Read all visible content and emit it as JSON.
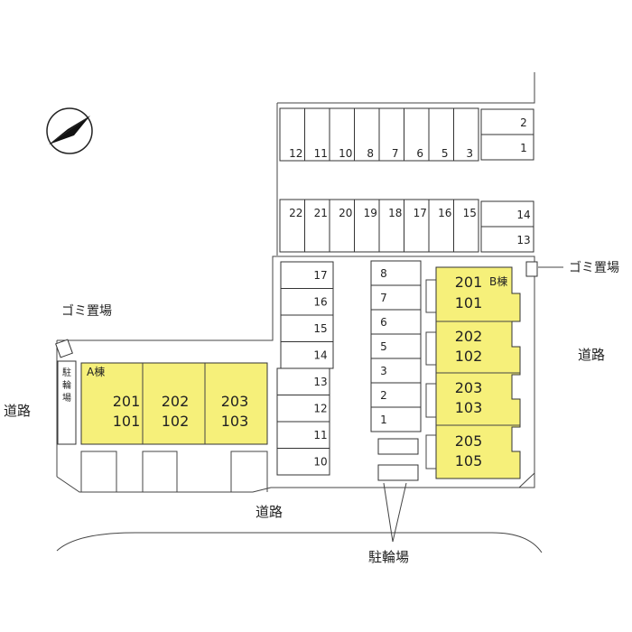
{
  "colors": {
    "building": "#f6f07a",
    "line": "#333333"
  },
  "icons": {
    "compass": "north-arrow-icon"
  },
  "labels": {
    "road_left": "道路",
    "road_bottom": "道路",
    "road_right": "道路",
    "garbage_left": "ゴミ置場",
    "garbage_right": "ゴミ置場",
    "bicycle_parking": "駐輪場",
    "bicycle_parking_vertical": [
      "駐",
      "輪",
      "場"
    ]
  },
  "building_a": {
    "name": "A棟",
    "units": [
      {
        "upper": "201",
        "lower": "101"
      },
      {
        "upper": "202",
        "lower": "102"
      },
      {
        "upper": "203",
        "lower": "103"
      }
    ]
  },
  "building_b": {
    "name": "B棟",
    "units": [
      {
        "upper": "201",
        "lower": "101"
      },
      {
        "upper": "202",
        "lower": "102"
      },
      {
        "upper": "203",
        "lower": "103"
      },
      {
        "upper": "205",
        "lower": "105"
      }
    ]
  },
  "parking": {
    "top_row": [
      "12",
      "11",
      "10",
      "8",
      "7",
      "6",
      "5",
      "3"
    ],
    "top_right": [
      "2",
      "1"
    ],
    "second_row": [
      "22",
      "21",
      "20",
      "19",
      "18",
      "17",
      "16",
      "15"
    ],
    "second_right": [
      "14",
      "13"
    ],
    "left_column": [
      "17",
      "16",
      "15",
      "14",
      "13",
      "12",
      "11",
      "10"
    ],
    "middle_column": [
      "8",
      "7",
      "6",
      "5",
      "3",
      "2",
      "1"
    ]
  }
}
